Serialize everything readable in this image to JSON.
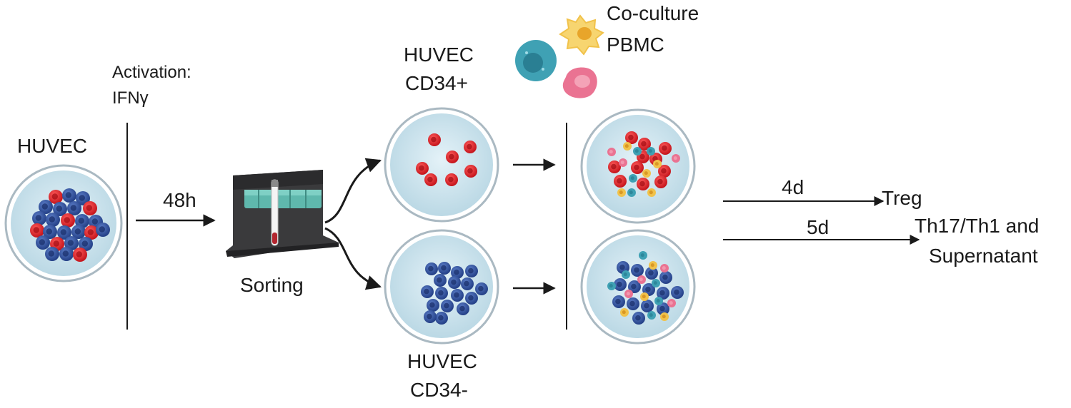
{
  "labels": {
    "huvec": "HUVEC",
    "activation_line1": "Activation:",
    "activation_line2": "IFNγ",
    "hours_48": "48h",
    "sorting": "Sorting",
    "cd34pos_line1": "HUVEC",
    "cd34pos_line2": "CD34+",
    "cd34neg_line1": "HUVEC",
    "cd34neg_line2": "CD34-",
    "coculture_line1": "Co-culture",
    "coculture_line2": "PBMC",
    "days_4": "4d",
    "treg": "Treg",
    "days_5": "5d",
    "th_line1": "Th17/Th1 and",
    "th_line2": "Supernatant"
  },
  "colors": {
    "red_cell": "#e0242c",
    "blue_cell": "#2f4f9c",
    "dish_fill": "#cfe6f0",
    "dish_rim": "#9fb3be",
    "pbmc_teal": "#3fa1b4",
    "pbmc_yellow": "#f1c24a",
    "pbmc_pink": "#ea7392",
    "sorter_dark": "#3a3a3c",
    "sorter_green": "#5fb8ad"
  }
}
